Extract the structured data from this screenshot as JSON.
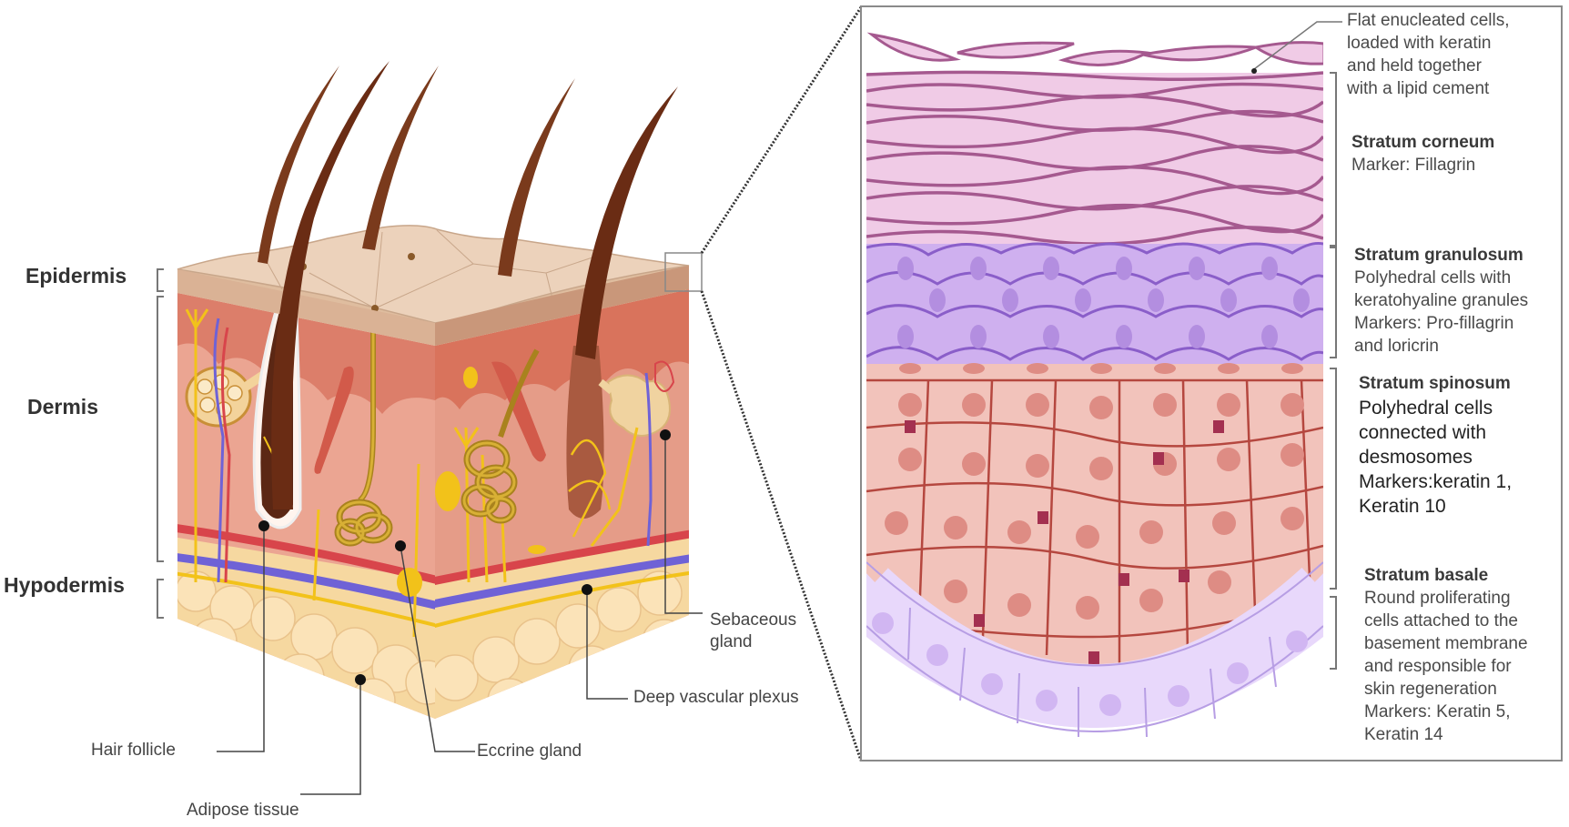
{
  "figure": {
    "left_panel": {
      "layer_labels": [
        {
          "id": "epidermis",
          "label": "Epidermis"
        },
        {
          "id": "dermis",
          "label": "Dermis"
        },
        {
          "id": "hypodermis",
          "label": "Hypodermis"
        }
      ],
      "callouts": [
        {
          "id": "hair-follicle",
          "label": "Hair follicle"
        },
        {
          "id": "adipose-tissue",
          "label": "Adipose tissue"
        },
        {
          "id": "eccrine-gland",
          "label": "Eccrine gland"
        },
        {
          "id": "deep-vascular-plexus",
          "label": "Deep vascular plexus"
        },
        {
          "id": "sebaceous-gland",
          "label_line1": "Sebaceous",
          "label_line2": "gland"
        }
      ]
    },
    "right_panel": {
      "top_note": [
        "Flat enucleated cells,",
        "loaded with keratin",
        "and held together",
        "with a lipid cement"
      ],
      "strata": [
        {
          "id": "corneum",
          "title": "Stratum corneum",
          "lines": [
            "Marker: Fillagrin"
          ]
        },
        {
          "id": "granulosum",
          "title": "Stratum granulosum",
          "lines": [
            "Polyhedral cells with",
            "keratohyaline granules",
            "Markers: Pro-fillagrin",
            "and loricrin"
          ]
        },
        {
          "id": "spinosum",
          "title": "Stratum spinosum",
          "lines": [
            "Polyhedral cells",
            "connected with",
            "desmosomes",
            "Markers:keratin 1,",
            "Keratin 10"
          ]
        },
        {
          "id": "basale",
          "title": "Stratum basale",
          "lines": [
            "Round proliferating",
            "cells attached to the",
            "basement membrane",
            "and responsible for",
            "skin regeneration",
            "Markers: Keratin 5,",
            "Keratin 14"
          ]
        }
      ]
    },
    "colors": {
      "corneum_fill": "#f0cbe6",
      "corneum_stroke": "#a5598f",
      "granulosum_fill": "#cfb0ef",
      "granulosum_stroke": "#8a5ec9",
      "spinosum_fill": "#f2c3bb",
      "spinosum_stroke": "#b5473f",
      "basale_fill": "#e8d8fb",
      "basale_stroke": "#b79ee4",
      "epidermis_top": "#e7cbb0",
      "dermis": "#eba592",
      "hypodermis": "#f6d8a0",
      "hair": "#7a3a1c",
      "nerve": "#f2c21a",
      "artery": "#d8454b",
      "vein": "#6f62d6"
    }
  }
}
